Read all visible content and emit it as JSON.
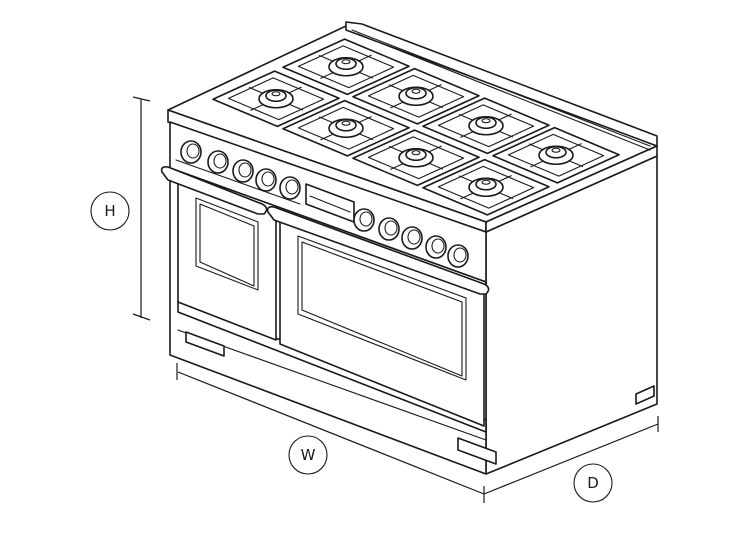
{
  "dimension_labels": {
    "height": "H",
    "width": "W",
    "depth": "D"
  },
  "colors": {
    "line": "#1a1a1a",
    "background": "#ffffff"
  },
  "icons": [
    "range-oven-illustration"
  ]
}
